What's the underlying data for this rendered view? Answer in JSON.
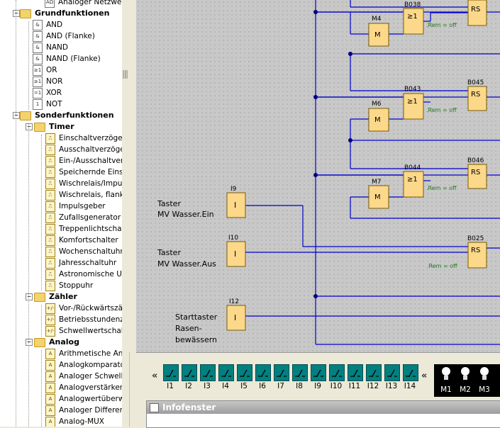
{
  "tree": {
    "top_partial": "Analoger Netzwerk",
    "basic_header": "Grundfunktionen",
    "basic": [
      {
        "label": "AND",
        "icon": "&"
      },
      {
        "label": "AND (Flanke)",
        "icon": "&"
      },
      {
        "label": "NAND",
        "icon": "&"
      },
      {
        "label": "NAND (Flanke)",
        "icon": "&"
      },
      {
        "label": "OR",
        "icon": "≥1"
      },
      {
        "label": "NOR",
        "icon": "≥1"
      },
      {
        "label": "XOR",
        "icon": "=1"
      },
      {
        "label": "NOT",
        "icon": "1"
      }
    ],
    "special_header": "Sonderfunktionen",
    "timer_header": "Timer",
    "timer": [
      "Einschaltverzögeru",
      "Ausschaltverzöger",
      "Ein-/Ausschaltverz",
      "Speichernde Einsch",
      "Wischrelais/Impuls",
      "Wischrelais, flanke",
      "Impulsgeber",
      "Zufallsgenerator",
      "Treppenlichtschalte",
      "Komfortschalter",
      "Wochenschaltuhr",
      "Jahresschaltuhr",
      "Astronomische Uhr",
      "Stoppuhr"
    ],
    "counter_header": "Zähler",
    "counter": [
      "Vor-/Rückwärtszäh",
      "Betriebsstundenzä",
      "Schwellwertschalte"
    ],
    "analog_header": "Analog",
    "analog": [
      "Arithmetische Anw",
      "Analogkomparator",
      "Analoger Schwellw",
      "Analogverstärker",
      "Analogwertüberwa",
      "Analoger Differenz",
      "Analog-MUX"
    ]
  },
  "diagram": {
    "blocks": {
      "b038": "B038",
      "b043": "B043",
      "b044": "B044",
      "b045": "B045",
      "b046": "B046",
      "b025": "B025",
      "m4": "M4",
      "m6": "M6",
      "m7": "M7",
      "i9": "I9",
      "i10": "I10",
      "i12": "I12"
    },
    "symbols": {
      "or": "≥1",
      "rs": "RS",
      "m": "M",
      "i": "I"
    },
    "rem": ".Rem = off",
    "labels": {
      "i9_l1": "Taster",
      "i9_l2": "MV Wasser.Ein",
      "i10_l1": "Taster",
      "i10_l2": "MV Wasser.Aus",
      "i12_l1": "Starttaster",
      "i12_l2": "Rasen-",
      "i12_l3": "bewässern"
    }
  },
  "inputs": [
    "I1",
    "I2",
    "I3",
    "I4",
    "I5",
    "I6",
    "I7",
    "I8",
    "I9",
    "I10",
    "I11",
    "I12",
    "I13",
    "I14"
  ],
  "outputs": [
    "M1",
    "M2",
    "M3"
  ],
  "nav": {
    "left": "«",
    "right": "«"
  },
  "info": {
    "title": "Infofenster"
  }
}
